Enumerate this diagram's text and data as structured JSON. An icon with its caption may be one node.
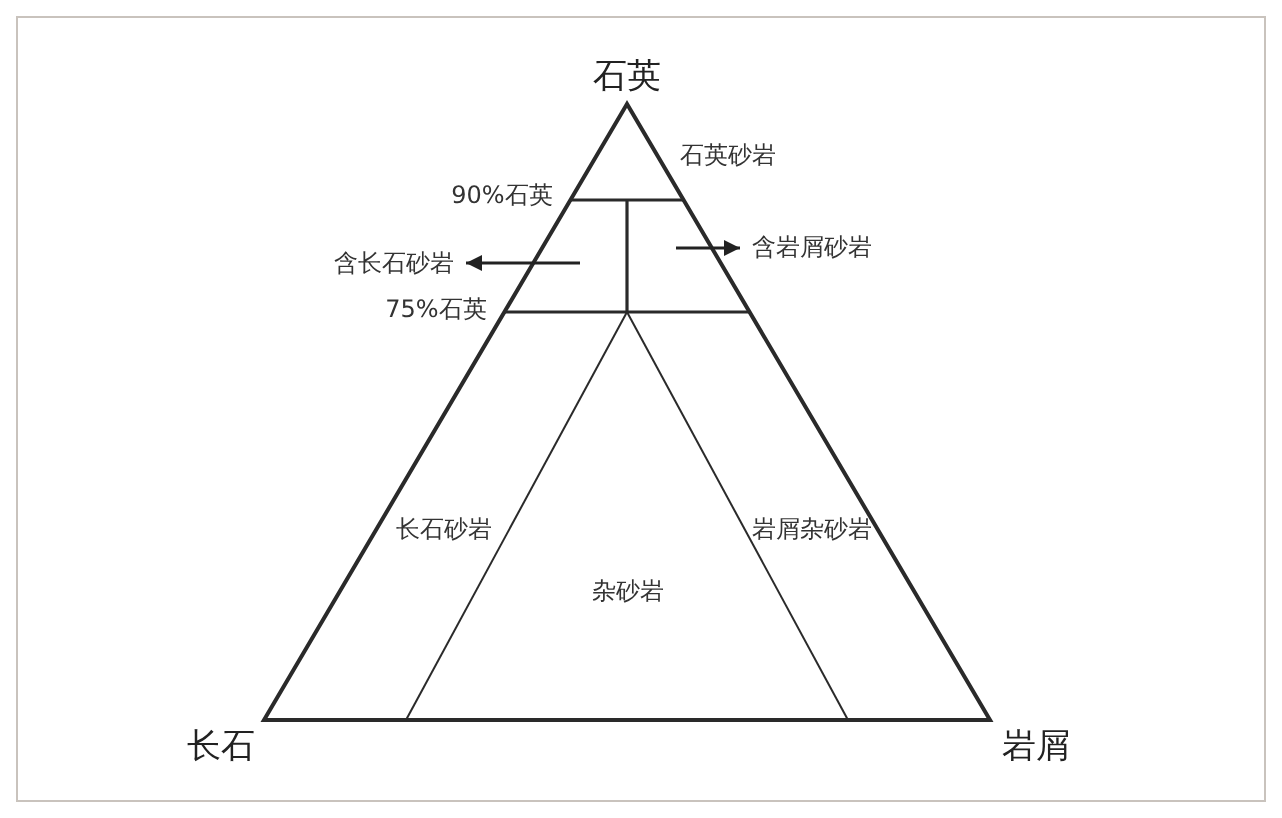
{
  "diagram": {
    "nodes": [
      {
        "text": [
          "含长石砂岩"
        ]
      },
      {
        "text": [
          "含岩屑砂岩"
        ]
      }
    ],
    "edges": [
      {
        "from": null,
        "to": 0,
        "arrow": "to"
      },
      {
        "from": null,
        "to": 1,
        "arrow": "to"
      }
    ],
    "labels": [
      "石英",
      "石英砂岩",
      "90%石英",
      "75%石英",
      "长石砂岩",
      "岩屑杂砂岩",
      "杂砂岩",
      "长石",
      "岩屑"
    ]
  }
}
